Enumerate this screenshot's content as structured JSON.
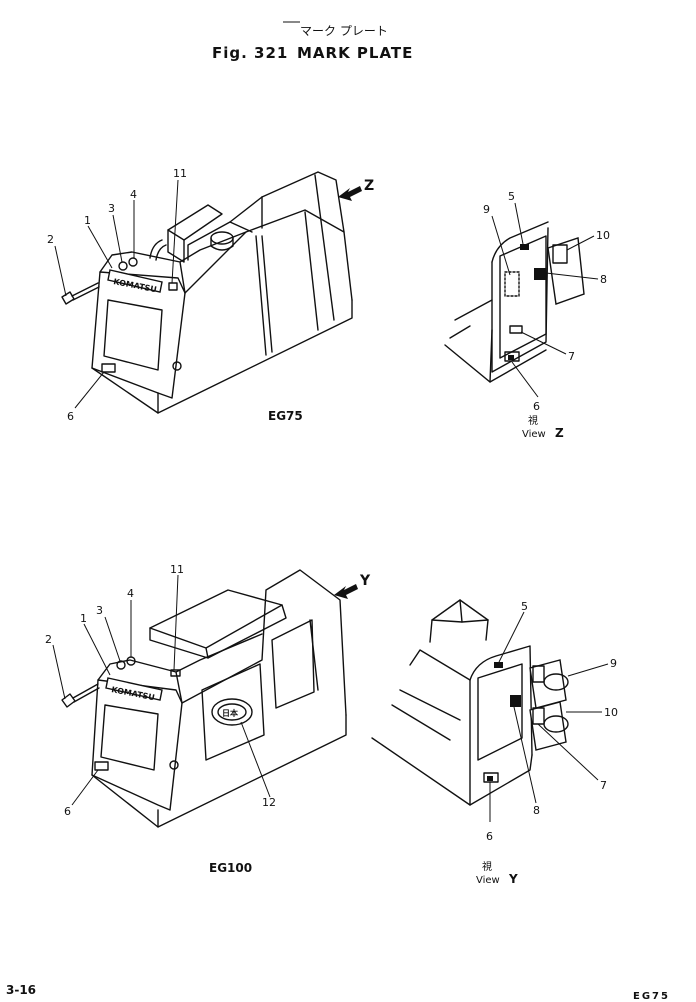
{
  "header": {
    "title_jp": "マーク プレート",
    "fig_label": "Fig. 321",
    "title_en": "MARK PLATE"
  },
  "figures": {
    "eg75": {
      "model_label": "EG75",
      "brand_text": "KOMATSU",
      "callouts": {
        "c1": "1",
        "c2": "2",
        "c3": "3",
        "c4": "4",
        "c6": "6",
        "c11": "11"
      }
    },
    "view_z": {
      "view_jp": "視",
      "view_label": "View",
      "view_letter": "Z",
      "arrow_letter": "Z",
      "callouts": {
        "c5": "5",
        "c6": "6",
        "c7": "7",
        "c8": "8",
        "c9": "9",
        "c10": "10"
      }
    },
    "eg100": {
      "model_label": "EG100",
      "brand_text": "KOMATSU",
      "emblem_text": "日本",
      "callouts": {
        "c1": "1",
        "c2": "2",
        "c3": "3",
        "c4": "4",
        "c6": "6",
        "c11": "11",
        "c12": "12"
      }
    },
    "view_y": {
      "view_jp": "視",
      "view_label": "View",
      "view_letter": "Y",
      "arrow_letter": "Y",
      "callouts": {
        "c5": "5",
        "c6": "6",
        "c7": "7",
        "c8": "8",
        "c9": "9",
        "c10": "10"
      }
    }
  },
  "footer": {
    "page_number": "3-16",
    "model_code": "EG75"
  }
}
